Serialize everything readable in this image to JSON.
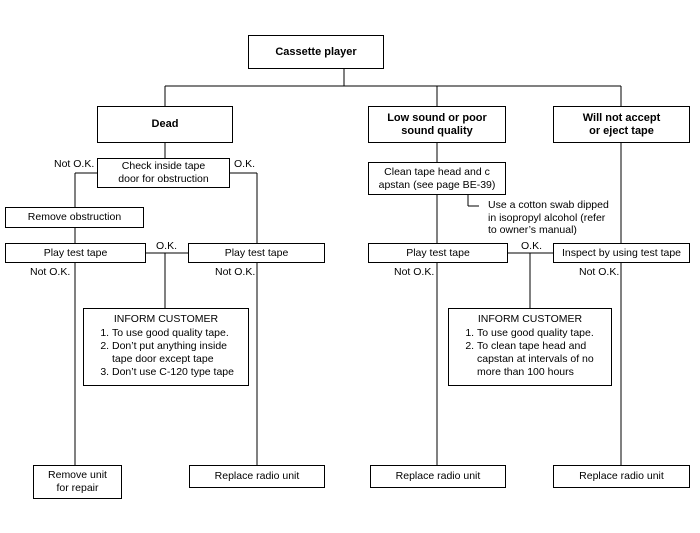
{
  "root": "Cassette player",
  "branches": {
    "dead": "Dead",
    "low_sound": [
      "Low sound or poor",
      "sound quality"
    ],
    "no_eject": [
      "Will not accept",
      "or eject tape"
    ]
  },
  "check_door": [
    "Check inside tape",
    "door for obstruction"
  ],
  "remove_obstruction": "Remove obstruction",
  "play_test_tape_1": "Play test tape",
  "play_test_tape_2": "Play test tape",
  "play_test_tape_3": "Play test tape",
  "clean_head": [
    "Clean tape head and c",
    "apstan (see page BE-39)"
  ],
  "cotton_note": [
    "Use a cotton swab dipped",
    "in isopropyl alcohol (refer",
    "to owner’s manual)"
  ],
  "inspect_tape": "Inspect by using test tape",
  "inform1": {
    "title": "INFORM CUSTOMER",
    "items": [
      "To use good quality tape.",
      "Don’t put anything inside tape door except tape",
      "Don’t use C-120 type tape"
    ]
  },
  "inform2": {
    "title": "INFORM CUSTOMER",
    "items": [
      "To use good quality tape.",
      "To clean tape head and capstan at intervals of no more than 100 hours"
    ]
  },
  "remove_unit": [
    "Remove unit",
    "for repair"
  ],
  "replace_1": "Replace radio unit",
  "replace_2": "Replace radio unit",
  "replace_3": "Replace radio unit",
  "labels": {
    "not_ok_1": "Not O.K.",
    "ok_1": "O.K.",
    "ok_2": "O.K.",
    "not_ok_2": "Not O.K.",
    "not_ok_3": "Not O.K.",
    "ok_3": "O.K.",
    "not_ok_4": "Not O.K.",
    "not_ok_5": "Not O.K."
  }
}
